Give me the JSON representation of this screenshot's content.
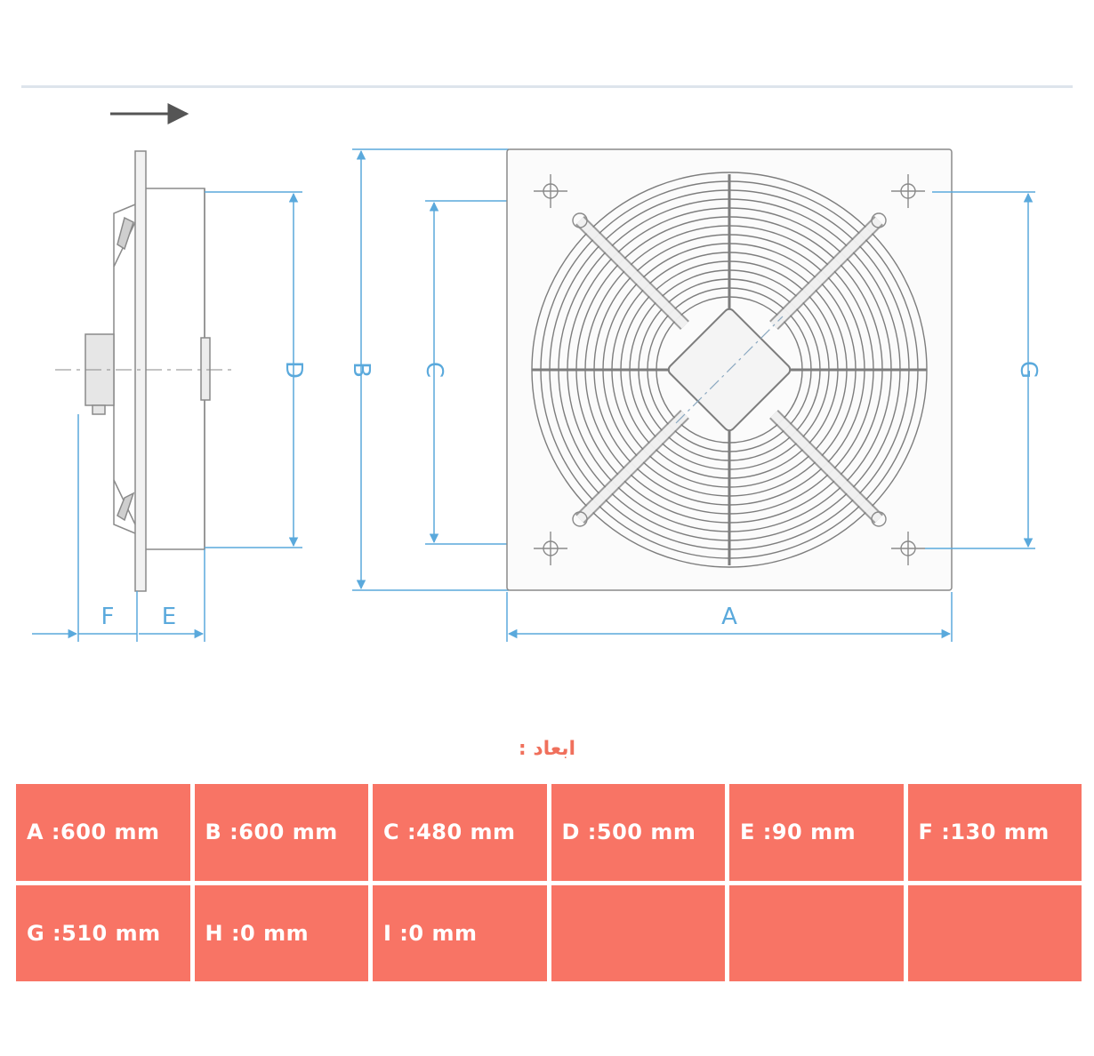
{
  "drawing": {
    "labels": {
      "A": "A",
      "B": "B",
      "C": "C",
      "D": "D",
      "E": "E",
      "F": "F",
      "G": "G"
    },
    "colors": {
      "dimension": "#5aa9dc",
      "outline": "#8a8a8a",
      "guard": "#7d7d7d"
    }
  },
  "dimensions": {
    "title": "ابعاد :",
    "cells": [
      "A :600 mm",
      "B :600 mm",
      "C :480 mm",
      "D :500 mm",
      "E :90 mm",
      "F :130 mm",
      "G :510 mm",
      "H :0 mm",
      "I :0 mm",
      "",
      "",
      ""
    ],
    "colors": {
      "cell_bg": "#f87465",
      "title": "#f0705c"
    }
  }
}
